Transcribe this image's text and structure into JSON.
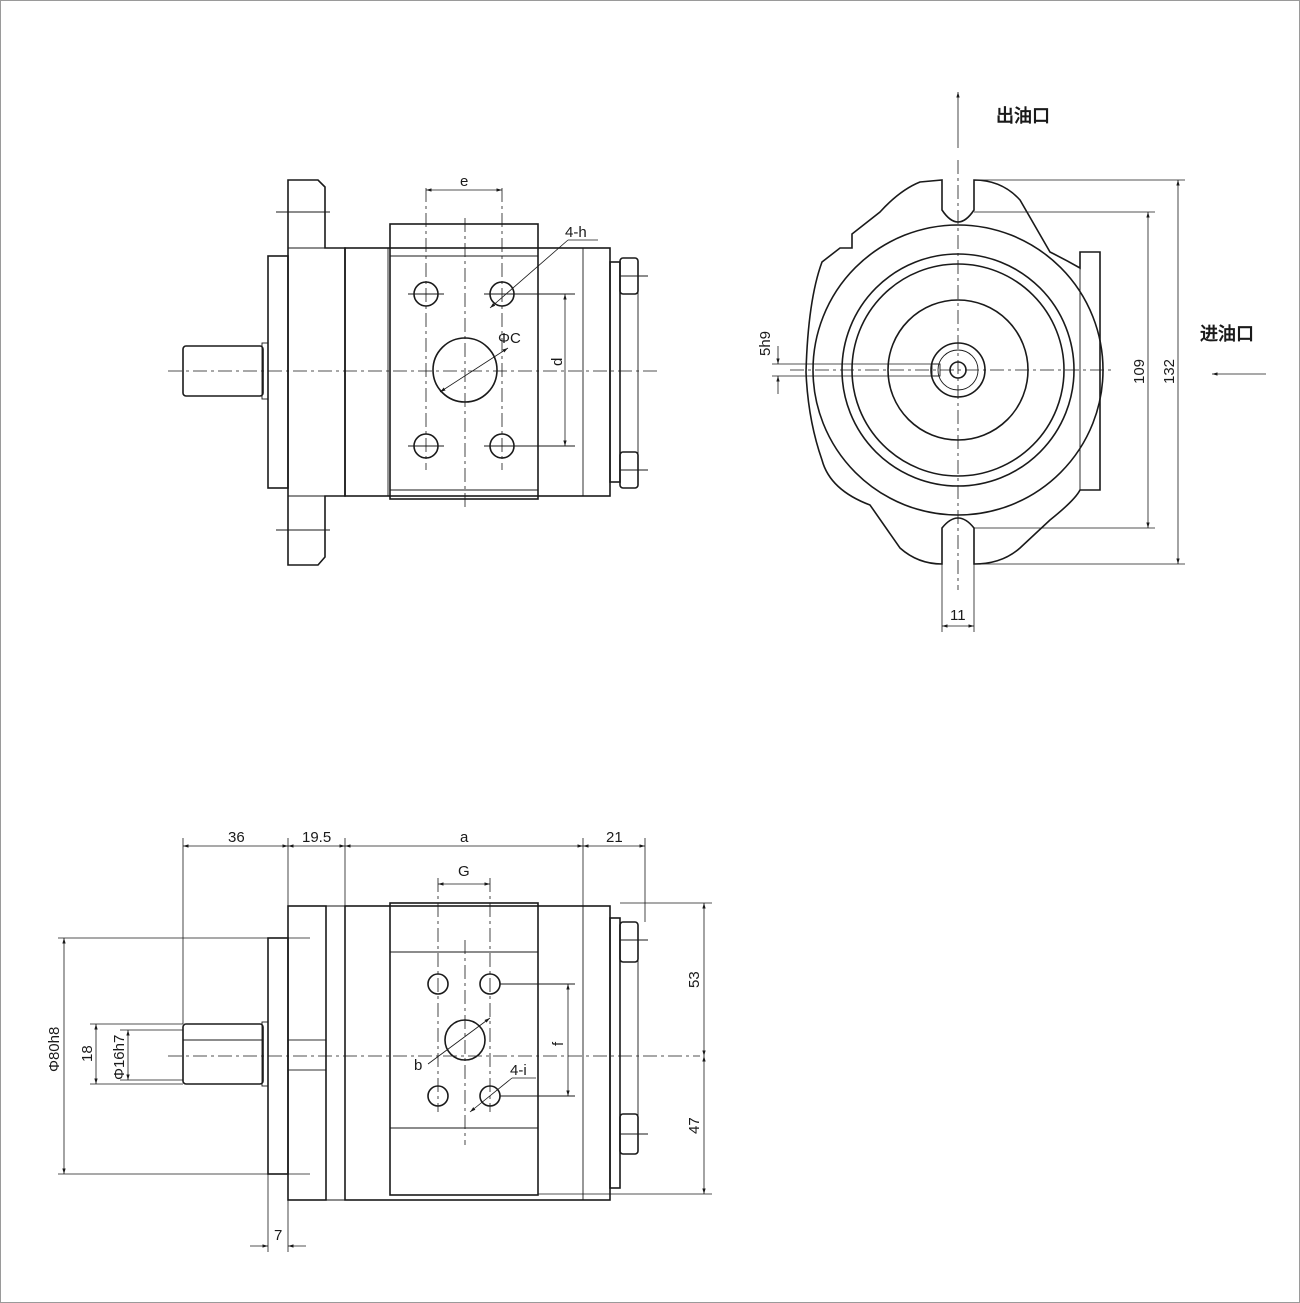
{
  "labels": {
    "outlet": "出油口",
    "inlet": "进油口",
    "dim_e": "e",
    "dim_4h": "4-h",
    "dim_phiC": "ΦC",
    "dim_d": "d",
    "dim_5h9": "5h9",
    "dim_109": "109",
    "dim_132": "132",
    "dim_11": "11",
    "dim_36": "36",
    "dim_19_5": "19.5",
    "dim_a": "a",
    "dim_21": "21",
    "dim_G": "G",
    "dim_53": "53",
    "dim_47": "47",
    "dim_phi80h8": "Φ80h8",
    "dim_18": "18",
    "dim_phi16h7": "Φ16h7",
    "dim_b": "b",
    "dim_4i": "4-i",
    "dim_f": "f",
    "dim_7": "7"
  }
}
